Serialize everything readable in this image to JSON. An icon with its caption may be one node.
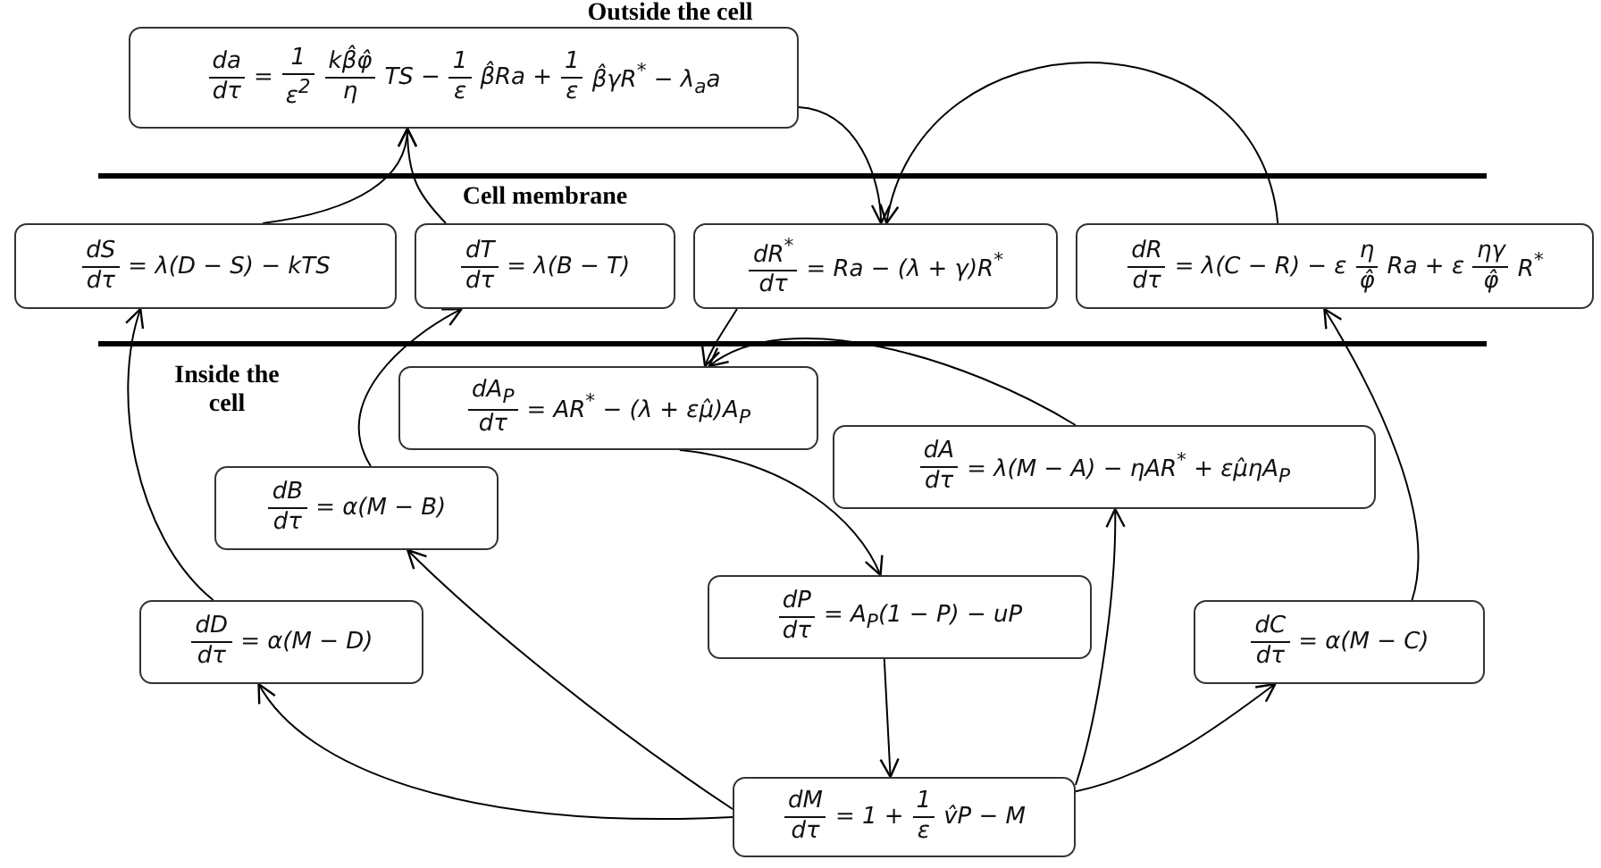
{
  "diagram": {
    "nodes": [
      {
        "text": [
          "da",
          "dτ",
          "=",
          "1",
          "ε$^{2}$",
          "kβ̂φ̂",
          "η",
          "TS −",
          "1",
          "ε",
          "β̂Ra +",
          "1",
          "ε",
          "β̂γR$^{*}$ − λ$_{a}$a"
        ]
      },
      {
        "text": [
          "dS",
          "dτ",
          "= λ(D − S) − kTS"
        ]
      },
      {
        "text": [
          "dT",
          "dτ",
          "= λ(B − T)"
        ]
      },
      {
        "text": [
          "dR$^{*}$",
          "dτ",
          "= Ra − (λ + γ)R$^{*}$"
        ]
      },
      {
        "text": [
          "dR",
          "dτ",
          "= λ(C − R) − ε",
          "η",
          "φ̂",
          "Ra + ε",
          "ηγ",
          "φ̂",
          "R$^{*}$"
        ]
      },
      {
        "text": [
          "dA$_{P}$",
          "dτ",
          "= AR$^{*}$ − (λ + εμ̂)A$_{P}$"
        ]
      },
      {
        "text": [
          "dA",
          "dτ",
          "= λ(M − A) − ηAR$^{*}$ + εμ̂ηA$_{P}$"
        ]
      },
      {
        "text": [
          "dB",
          "dτ",
          "= α(M − B)"
        ]
      },
      {
        "text": [
          "dD",
          "dτ",
          "= α(M − D)"
        ]
      },
      {
        "text": [
          "dP",
          "dτ",
          "= A$_{P}$(1 − P) − uP"
        ]
      },
      {
        "text": [
          "dC",
          "dτ",
          "= α(M − C)"
        ]
      },
      {
        "text": [
          "dM",
          "dτ",
          "= 1 +",
          "1",
          "ε",
          "v̂P − M"
        ]
      }
    ],
    "edges": [
      {
        "from": 1,
        "to": 0,
        "arrow": "to"
      },
      {
        "from": 2,
        "to": 0,
        "arrow": "to"
      },
      {
        "from": 0,
        "to": 3,
        "arrow": "to"
      },
      {
        "from": 4,
        "to": 3,
        "arrow": "to"
      },
      {
        "from": 3,
        "to": 5,
        "arrow": "to"
      },
      {
        "from": 6,
        "to": 5,
        "arrow": "to"
      },
      {
        "from": 5,
        "to": 9,
        "arrow": "to"
      },
      {
        "from": 7,
        "to": 2,
        "arrow": "to"
      },
      {
        "from": 8,
        "to": 1,
        "arrow": "to"
      },
      {
        "from": 9,
        "to": 11,
        "arrow": "to"
      },
      {
        "from": 11,
        "to": 8,
        "arrow": "to"
      },
      {
        "from": 11,
        "to": 7,
        "arrow": "to"
      },
      {
        "from": 11,
        "to": 6,
        "arrow": "to"
      },
      {
        "from": 11,
        "to": 10,
        "arrow": "to"
      },
      {
        "from": 10,
        "to": 4,
        "arrow": "to"
      }
    ],
    "labels": [
      "Outside the cell",
      "Cell membrane",
      "Inside the cell"
    ]
  }
}
